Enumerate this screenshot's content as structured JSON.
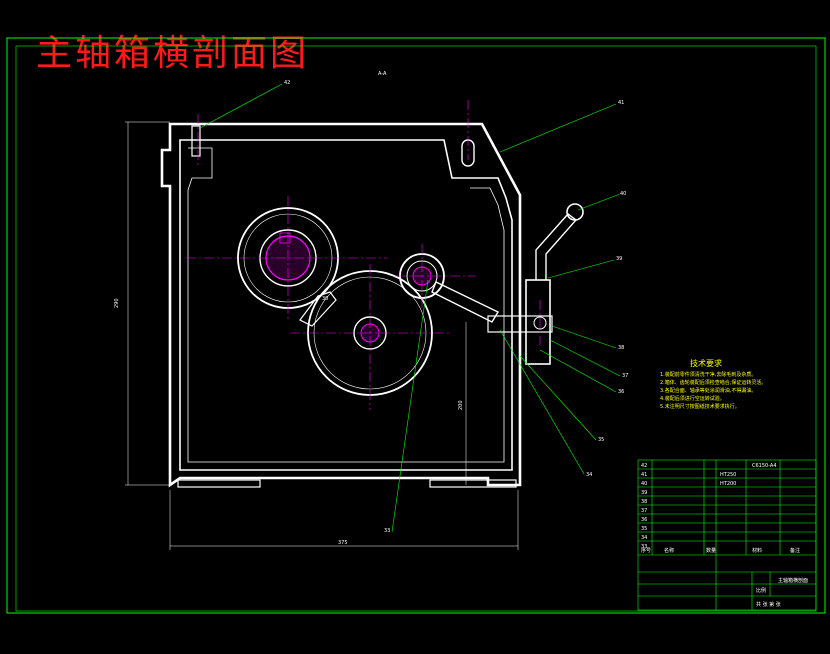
{
  "title": "主轴箱横剖面图",
  "section_label": "A-A",
  "colors": {
    "background": "#000000",
    "frame": "#00ff00",
    "outline": "#ffffff",
    "centerline": "#ff00ff",
    "title": "#ff1a1a",
    "notes": "#ffff00",
    "leader": "#00ff00"
  },
  "part_callouts": [
    "42",
    "41",
    "40",
    "39",
    "38",
    "37",
    "36",
    "35",
    "34",
    "33",
    "30"
  ],
  "dimensions": {
    "height": "290",
    "width": "375",
    "inner": "200"
  },
  "tech_notes": {
    "title": "技术要求",
    "items": [
      "1.装配前零件须清洗干净,去除毛刺及杂质。",
      "2.箱体、齿轮装配后须检查啮合,保证运转灵活。",
      "3.各配合面、轴承等处涂润滑油,不得漏油。",
      "4.装配后须进行空运转试验。",
      "5.未注明尺寸按图纸技术要求执行。"
    ]
  },
  "title_block": {
    "drawing_code": "C6150-A4",
    "materials": [
      "HT250",
      "HT200"
    ],
    "rows": [
      "42",
      "41",
      "40",
      "39",
      "38",
      "37",
      "36",
      "35",
      "34",
      "33"
    ],
    "header": [
      "序号",
      "名称",
      "数量",
      "材料",
      "备注"
    ],
    "part_name": "主轴箱横剖面",
    "scale_label": "比例",
    "sheet_label": "共 张 第 张"
  }
}
